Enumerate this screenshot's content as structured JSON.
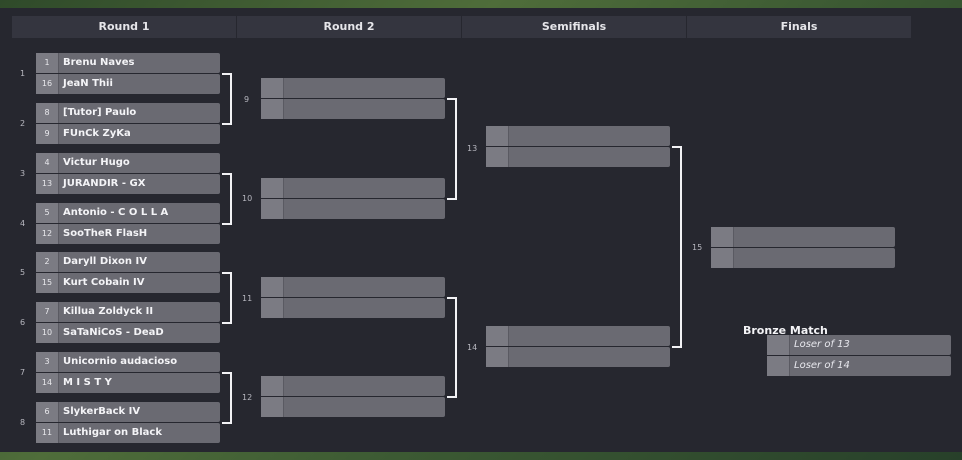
{
  "rounds": [
    "Round 1",
    "Round 2",
    "Semifinals",
    "Finals"
  ],
  "round1": [
    {
      "num": "1",
      "p1": {
        "seed": "1",
        "name": "Brenu Naves"
      },
      "p2": {
        "seed": "16",
        "name": "JeaN Thii"
      }
    },
    {
      "num": "2",
      "p1": {
        "seed": "8",
        "name": "[Tutor] Paulo"
      },
      "p2": {
        "seed": "9",
        "name": "FUnCk ZyKa"
      }
    },
    {
      "num": "3",
      "p1": {
        "seed": "4",
        "name": "Victur Hugo"
      },
      "p2": {
        "seed": "13",
        "name": "JURANDIR - GX"
      }
    },
    {
      "num": "4",
      "p1": {
        "seed": "5",
        "name": "Antonio - C O L L A"
      },
      "p2": {
        "seed": "12",
        "name": "SooTheR FlasH"
      }
    },
    {
      "num": "5",
      "p1": {
        "seed": "2",
        "name": "Daryll Dixon IV"
      },
      "p2": {
        "seed": "15",
        "name": "Kurt Cobain IV"
      }
    },
    {
      "num": "6",
      "p1": {
        "seed": "7",
        "name": "Killua Zoldyck II"
      },
      "p2": {
        "seed": "10",
        "name": "SaTaNiCoS - DeaD"
      }
    },
    {
      "num": "7",
      "p1": {
        "seed": "3",
        "name": "Unicornio audacioso"
      },
      "p2": {
        "seed": "14",
        "name": "M I S T Y"
      }
    },
    {
      "num": "8",
      "p1": {
        "seed": "6",
        "name": "SlykerBack IV"
      },
      "p2": {
        "seed": "11",
        "name": "Luthigar on Black"
      }
    }
  ],
  "round2": [
    {
      "num": "9"
    },
    {
      "num": "10"
    },
    {
      "num": "11"
    },
    {
      "num": "12"
    }
  ],
  "semifinals": [
    {
      "num": "13"
    },
    {
      "num": "14"
    }
  ],
  "finals": [
    {
      "num": "15"
    }
  ],
  "bronze": {
    "title": "Bronze Match",
    "p1": "Loser of 13",
    "p2": "Loser of 14"
  }
}
